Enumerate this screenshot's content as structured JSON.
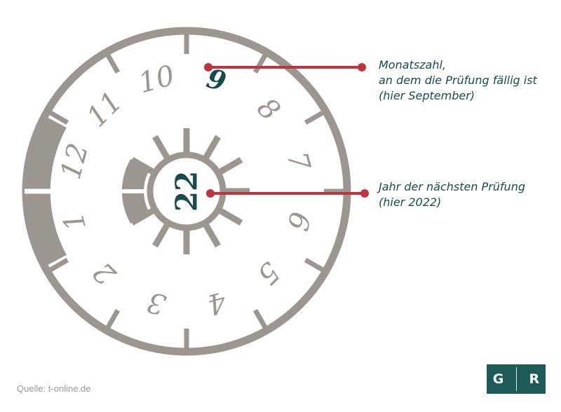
{
  "badge": {
    "months": [
      "1",
      "2",
      "3",
      "4",
      "5",
      "6",
      "7",
      "8",
      "9",
      "10",
      "11",
      "12"
    ],
    "highlighted_month": "9",
    "year": "22"
  },
  "annotations": {
    "month_line1": "Monatszahl,",
    "month_line2": "an dem die Prüfung fällig ist",
    "month_line3": "(hier September)",
    "year_line1": "Jahr der nächsten Prüfung",
    "year_line2": "(hier 2022)"
  },
  "footer": {
    "source": "Quelle: t-online.de",
    "logo_left": "G",
    "logo_right": "R"
  },
  "colors": {
    "ring": "#9c9690",
    "accent_teal": "#184c4c",
    "pointer_red": "#c0343f",
    "logo_bg": "#1e5a57"
  }
}
